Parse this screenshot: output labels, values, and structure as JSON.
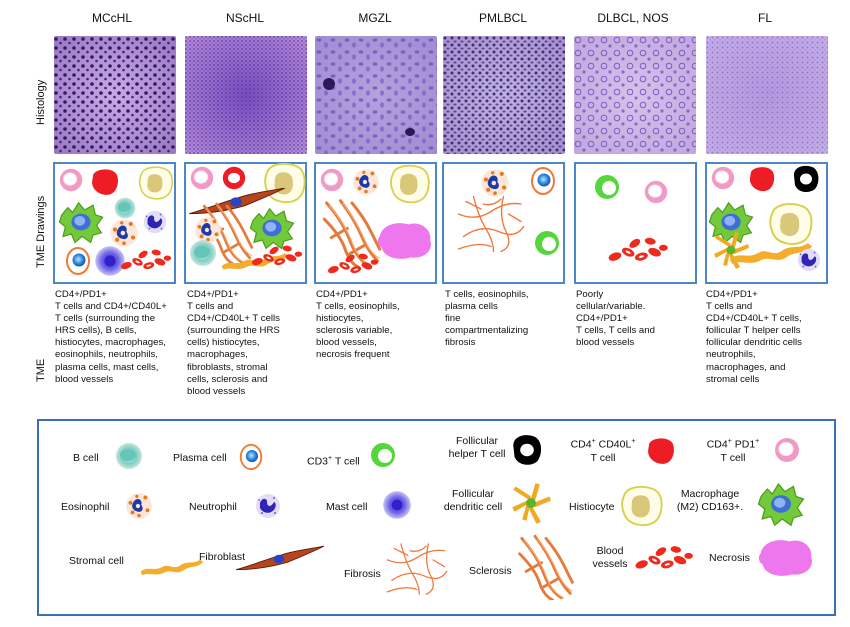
{
  "columns": [
    {
      "name": "MCcHL",
      "tme": "CD4+/PD1+\nT cells and CD4+/CD40L+\nT cells (surrounding the\nHRS cells), B cells,\nhistiocytes, macrophages,\neosinophils, neutrophils,\nplasma cells, mast cells,\nblood vessels"
    },
    {
      "name": "NScHL",
      "tme": "CD4+/PD1+\nT cells and\nCD4+/CD40L+ T cells\n(surrounding the HRS\ncells) histiocytes,\nmacrophages,\nfibroblasts, stromal\ncells, sclerosis and\nblood vessels"
    },
    {
      "name": "MGZL",
      "tme": "CD4+/PD1+\nT cells,  eosinophils,\nhistiocytes,\nsclerosis variable,\nblood vessels,\nnecrosis frequent"
    },
    {
      "name": "PMLBCL",
      "tme": "T cells, eosinophils,\nplasma cells\nfine\ncompartmentalizing\nfibrosis"
    },
    {
      "name": "DLBCL, NOS",
      "tme": "Poorly\ncellular/variable.\nCD4+/PD1+\nT cells, T cells and\nblood vessels"
    },
    {
      "name": "FL",
      "tme": "CD4+/PD1+\nT cells and\nCD4+/CD40L+ T cells,\nfollicular T helper cells\nfollicular dendritic cells\nneutrophils,\nmacrophages, and\nstromal cells"
    }
  ],
  "row_labels": {
    "histology": "Histology",
    "drawings": "TME Drawings",
    "tme": "TME"
  },
  "legend": {
    "b_cell": "B cell",
    "plasma_cell": "Plasma cell",
    "cd3_t_cell_main": "CD3",
    "cd3_t_cell_sup": "+",
    "cd3_t_cell_rest": " T cell",
    "follicular_helper_line1": "Follicular",
    "follicular_helper_line2": "helper T cell",
    "cd40l_line1_a": "CD4",
    "cd40l_line1_a_sup": "+",
    "cd40l_line1_b": " CD40L",
    "cd40l_line1_b_sup": "+",
    "cd40l_line2": "T cell",
    "pd1_line1_a": "CD4",
    "pd1_line1_a_sup": "+",
    "pd1_line1_b": " PD1",
    "pd1_line1_b_sup": "+",
    "pd1_line2": "T cell",
    "eosinophil": "Eosinophil",
    "neutrophil": "Neutrophil",
    "mast_cell": "Mast cell",
    "follicular_dendritic_line1": "Follicular",
    "follicular_dendritic_line2": "dendritic cell",
    "histiocyte": "Histiocyte",
    "macrophage_line1": "Macrophage",
    "macrophage_line2": "(M2) CD163+.",
    "stromal_cell": "Stromal cell",
    "fibroblast": "Fibroblast",
    "fibrosis": "Fibrosis",
    "sclerosis": "Sclerosis",
    "blood_vessels_line1": "Blood",
    "blood_vessels_line2": "vessels",
    "necrosis": "Necrosis"
  },
  "colors": {
    "frame_blue": "#4a86c8",
    "histology_purple": "#9a78c4",
    "t_cell_green": "#55d63b",
    "cd40l_red": "#ee1c25",
    "pd1_pink": "#f29ac6",
    "stromal_orange": "#f4ac2b",
    "fibroblast_brown": "#b7441d",
    "fibrosis_orange": "#f0783c",
    "necrosis_magenta": "#ee77ee",
    "histiocyte_yellow": "#f3f0a8",
    "macrophage_green": "#72c93a"
  }
}
